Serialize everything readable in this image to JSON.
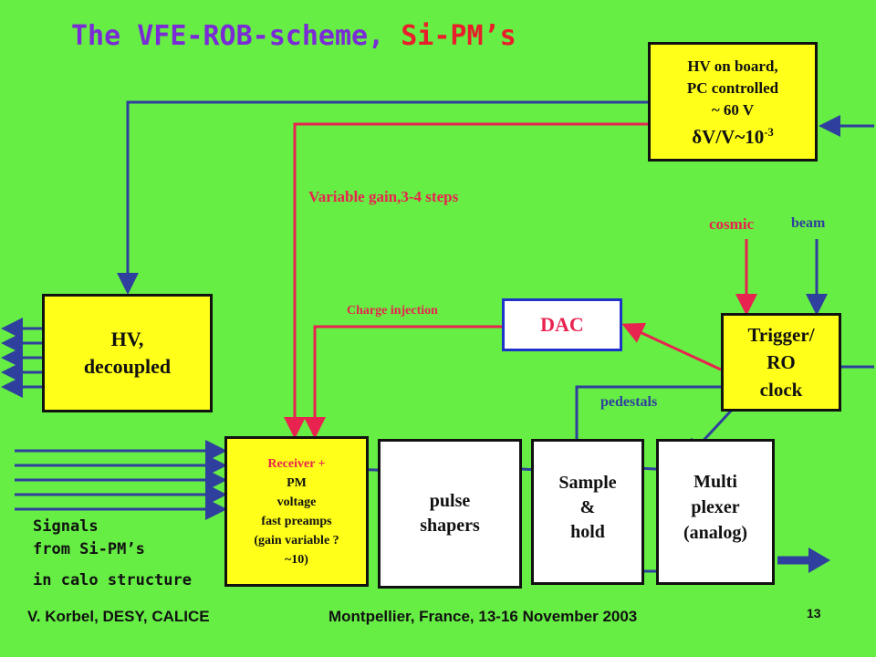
{
  "title": {
    "main": "The VFE-ROB-scheme, ",
    "accent": "Si-PM’s"
  },
  "boxes": {
    "hv_board": [
      "HV on board,",
      "PC controlled",
      "~ 60 V"
    ],
    "hv_board_ratio": {
      "prefix": "δV/V~10",
      "exp": "-3"
    },
    "hv_decoupled": [
      "HV,",
      "decoupled"
    ],
    "dac": "DAC",
    "trigger": [
      "Trigger/",
      "RO",
      "clock"
    ],
    "receiver": [
      "Receiver +",
      "PM",
      "voltage",
      "fast preamps",
      "(gain variable ?",
      "~10)"
    ],
    "pulse": [
      "pulse",
      "shapers"
    ],
    "sample": [
      "Sample",
      "&",
      "hold"
    ],
    "multi": [
      "Multi",
      "plexer",
      "(analog)"
    ]
  },
  "labels": {
    "variable_gain": "Variable gain,3-4 steps",
    "cosmic": "cosmic",
    "beam": "beam",
    "charge_injection": "Charge injection",
    "pedestals": "pedestals",
    "signals_1": "Signals",
    "signals_2": "from Si-PM’s",
    "signals_3": "in calo structure"
  },
  "footer": {
    "author": "V. Korbel, DESY, CALICE",
    "event": "Montpellier, France, 13-16 November 2003",
    "page": "13"
  },
  "colors": {
    "background": "#66ee44",
    "blue": "#2f3f9e",
    "red": "#e8234f",
    "title": "#7a2bd6",
    "yellow": "#ffff1a"
  }
}
